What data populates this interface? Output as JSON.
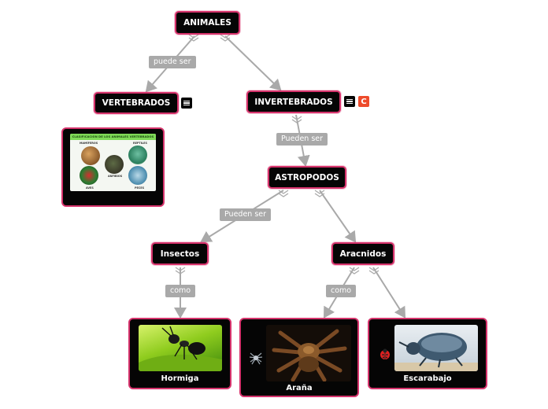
{
  "nodes": {
    "animales": "ANIMALES",
    "vertebrados": "VERTEBRADOS",
    "invertebrados": "INVERTEBRADOS",
    "astropodos": "ASTROPODOS",
    "insectos": "Insectos",
    "aracnidos": "Aracnidos"
  },
  "labels": {
    "puede_ser": "puede ser",
    "pueden_ser_1": "Pueden ser",
    "pueden_ser_2": "Pueden ser",
    "como_1": "como",
    "como_2": "como"
  },
  "cards": {
    "hormiga": "Hormiga",
    "arana": "Araña",
    "escarabajo": "Escarabajo"
  },
  "vert_image": {
    "title": "CLASIFICACIÓN DE LOS ANIMALES VERTEBRADOS",
    "labels": [
      "MAMÍFEROS",
      "REPTILES",
      "ANFIBIOS",
      "AVES",
      "PECES"
    ]
  },
  "badges": {
    "c": "C"
  },
  "colors": {
    "node_border": "#d6336c",
    "node_fill": "#050505",
    "edge": "#a9a9a9",
    "badge_c": "#ee4b2b"
  }
}
